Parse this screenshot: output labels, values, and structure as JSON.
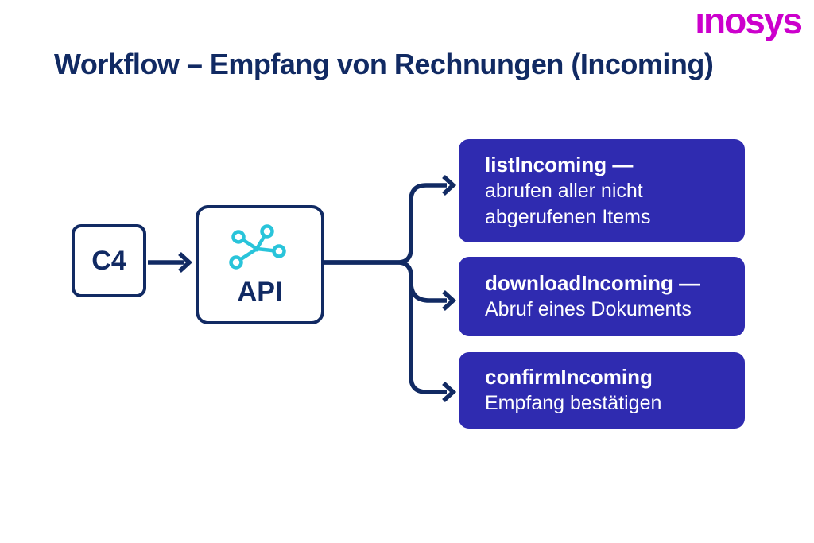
{
  "logo": {
    "text": "ınosys",
    "color": "#cc00cc"
  },
  "title": "Workflow – Empfang von Rechnungen (Incoming)",
  "diagram": {
    "source": {
      "label": "C4"
    },
    "api": {
      "label": "API",
      "icon": "network-nodes-icon",
      "icon_color": "#29c4da"
    },
    "endpoints": [
      {
        "title": "listIncoming —",
        "lines": [
          "abrufen aller nicht",
          "abgerufenen Items"
        ]
      },
      {
        "title": "downloadIncoming —",
        "lines": [
          "Abruf eines Dokuments"
        ]
      },
      {
        "title": "confirmIncoming",
        "lines": [
          "Empfang bestätigen"
        ]
      }
    ]
  },
  "colors": {
    "navy": "#112a63",
    "endpoint_blue": "#2f2bb0",
    "icon_cyan": "#29c4da",
    "logo_magenta": "#cc00cc",
    "background": "#ffffff",
    "endpoint_text": "#ffffff"
  }
}
